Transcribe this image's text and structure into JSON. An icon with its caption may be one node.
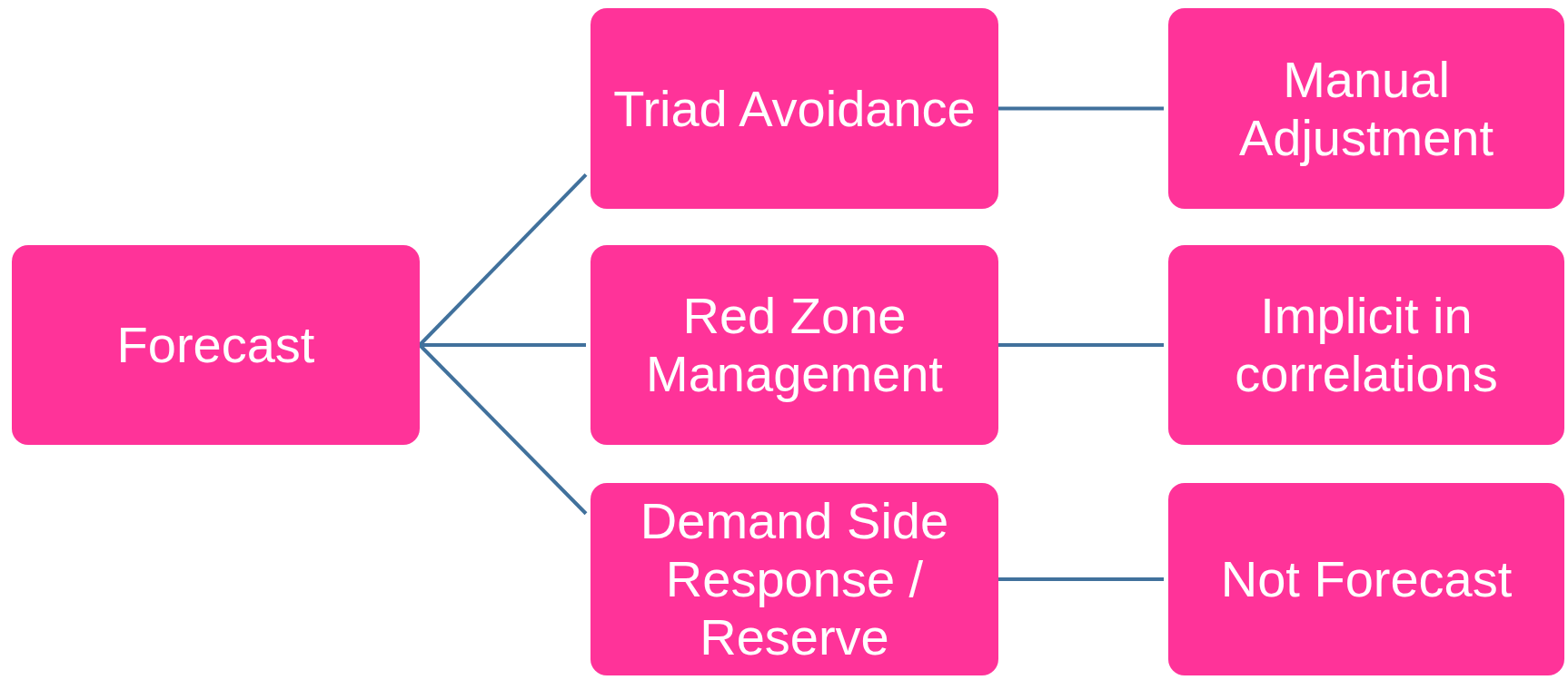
{
  "diagram": {
    "nodes": [
      {
        "text": [
          "Forecast"
        ]
      },
      {
        "text": [
          "Triad Avoidance"
        ]
      },
      {
        "text": [
          "Red Zone Management"
        ]
      },
      {
        "text": [
          "Demand Side Response / Reserve"
        ]
      },
      {
        "text": [
          "Manual Adjustment"
        ]
      },
      {
        "text": [
          "Implicit in correlations"
        ]
      },
      {
        "text": [
          "Not Forecast"
        ]
      }
    ],
    "edges": [
      {
        "from": 0,
        "to": 1,
        "arrow": "none"
      },
      {
        "from": 0,
        "to": 2,
        "arrow": "none"
      },
      {
        "from": 0,
        "to": 3,
        "arrow": "none"
      },
      {
        "from": 1,
        "to": 4,
        "arrow": "none"
      },
      {
        "from": 2,
        "to": 5,
        "arrow": "none"
      },
      {
        "from": 3,
        "to": 6,
        "arrow": "none"
      }
    ]
  }
}
